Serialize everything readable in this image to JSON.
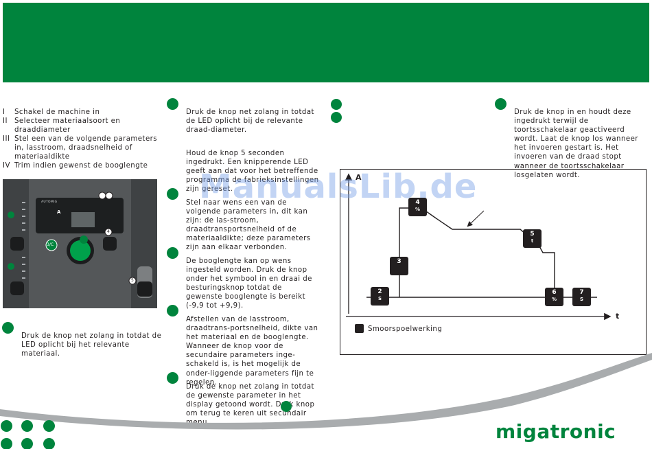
{
  "colors": {
    "brand_green": "#00843d",
    "text": "#231f20",
    "panel_gray": "#4a4d4f"
  },
  "steps_list": [
    {
      "num": "I",
      "label": "Schakel de machine in"
    },
    {
      "num": "II",
      "label": "Selecteer materiaalsoort en draaddiameter"
    },
    {
      "num": "III",
      "label": "Stel een van de volgende parameters in, lasstroom, draadsnelheid of materiaaldikte"
    },
    {
      "num": "IV",
      "label": "Trim indien gewenst de booglengte"
    }
  ],
  "machine_panel": {
    "brand": "AUTOMIG",
    "label_3c": "3/C",
    "label_4": "4",
    "label_5": "5",
    "icon_a": "A"
  },
  "col1_bottom": "Druk de knop net zolang in totdat de LED oplicht bij het relevante materiaal.",
  "col2": {
    "p1": "Druk de knop net zolang in totdat de LED oplicht bij de relevante draad-diameter.",
    "p2": "Houd de knop 5 seconden ingedrukt. Een knipperende LED geeft aan dat voor het betreffende programma de fabrieksinstellingen zijn gereset.",
    "p3": "Stel naar wens een van de volgende parameters in, dit kan zijn: de las-stroom, draadtransportsnelheid of de materiaaldikte; deze parameters zijn aan elkaar verbonden.",
    "p4": "De booglengte kan op wens ingesteld worden. Druk de knop onder het symbool in en draai de besturingsknop totdat de gewenste booglengte is bereikt (-9,9 tot +9,9).",
    "p5": "Afstellen van de lasstroom, draadtrans-portsnelheid, dikte van het materiaal en de booglengte. Wanneer de knop voor de secundaire parameters inge-schakeld is, is het mogelijk de onder-liggende parameters fijn te regelen.",
    "p6": "Druk de knop net zolang in totdat de gewenste parameter in het display getoond wordt. Druk knop",
    "p6b": "om terug te keren uit secundair menu."
  },
  "col4_text": "Druk de knop in en houdt deze ingedrukt terwijl de toortsschakelaar geactiveerd wordt. Laat de knop los wanneer het invoeren gestart is. Het invoeren van de draad stopt wanneer de toortsschakelaar losgelaten wordt.",
  "chart": {
    "y_axis_label": "A",
    "x_axis_label": "t",
    "legend_label": "Smoorspoelwerking",
    "steps": [
      {
        "n": "2",
        "sub": "S"
      },
      {
        "n": "3",
        "sub": ""
      },
      {
        "n": "4",
        "sub": "%"
      },
      {
        "n": "5",
        "sub": "t"
      },
      {
        "n": "6",
        "sub": "%"
      },
      {
        "n": "7",
        "sub": "S"
      }
    ]
  },
  "watermark": "ManualsLib.de",
  "logo_text": "migatronic"
}
